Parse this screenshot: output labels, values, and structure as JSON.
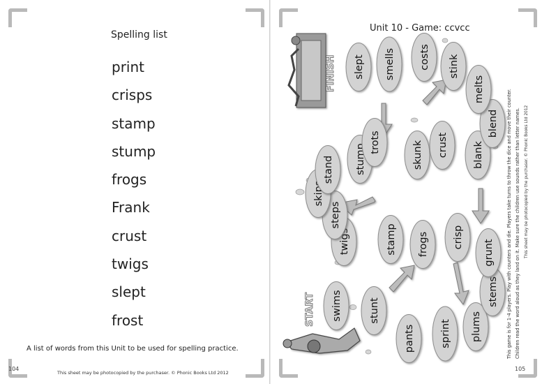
{
  "left_page": {
    "heading": "Spelling list",
    "words": [
      "print",
      "crisps",
      "stamp",
      "stump",
      "frogs",
      "Frank",
      "crust",
      "twigs",
      "slept",
      "frost"
    ],
    "note": "A list of words from this Unit to be used for spelling practice.",
    "footer": "This sheet may be photocopied by the purchaser.  © Phonic Books Ltd 2012",
    "page_number": "104"
  },
  "right_page": {
    "title": "Unit 10 - Game: ccvcc",
    "start_label": "START",
    "finish_label": "FINISH",
    "board_words": [
      "swims",
      "stunt",
      "pants",
      "sprint",
      "plums",
      "stems",
      "grunt",
      "crisp",
      "frogs",
      "stamp",
      "twigs",
      "steps",
      "skips",
      "stand",
      "stump",
      "trots",
      "skunk",
      "crust",
      "blank",
      "blend",
      "melts",
      "stink",
      "costs",
      "smells",
      "slept"
    ],
    "instructions_line1": "This game is for 1-4 players. Play with counters and die.  Players take turns to throw the dice and move their counter.",
    "instructions_line2": "Children read the word aloud as they land on it. Make sure the children use sounds rather than letter names.",
    "footer": "This sheet may be photocopied by the purchaser.  © Phonic Books Ltd 2012",
    "page_number": "105"
  }
}
